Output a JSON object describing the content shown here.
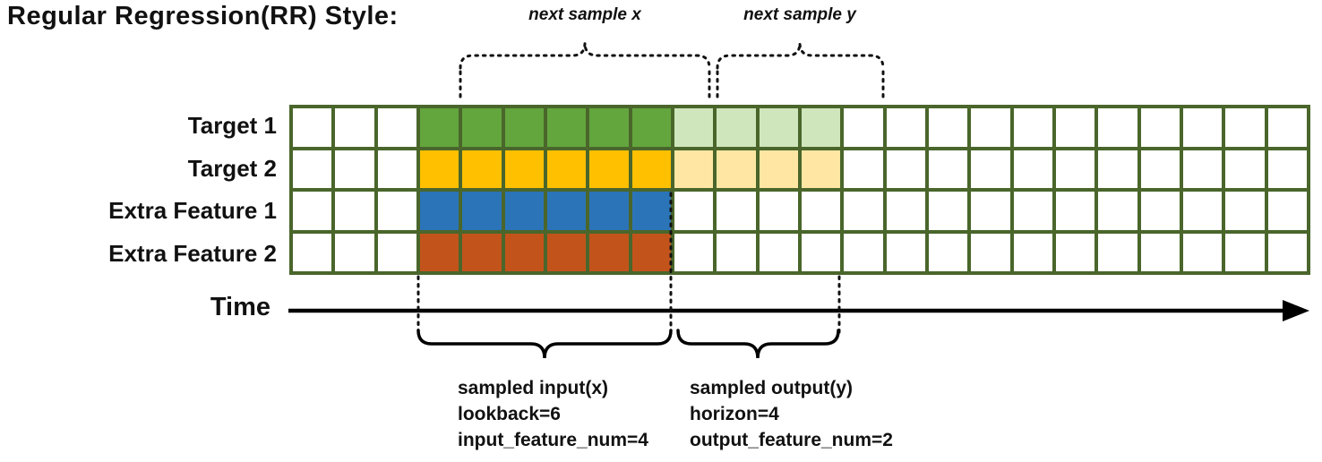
{
  "title": "Regular Regression(RR) Style:",
  "grid": {
    "columns": 24,
    "border_color": "#4a662b",
    "empty_cell_color": "#ffffff",
    "rows": [
      {
        "label": "Target 1",
        "input": {
          "start": 3,
          "len": 6,
          "color": "#63a63e"
        },
        "output": {
          "start": 9,
          "len": 4,
          "color": "#cfe6bd"
        }
      },
      {
        "label": "Target 2",
        "input": {
          "start": 3,
          "len": 6,
          "color": "#ffc000"
        },
        "output": {
          "start": 9,
          "len": 4,
          "color": "#ffe7a3"
        }
      },
      {
        "label": "Extra Feature 1",
        "input": {
          "start": 3,
          "len": 6,
          "color": "#2b74b8"
        }
      },
      {
        "label": "Extra Feature 2",
        "input": {
          "start": 3,
          "len": 6,
          "color": "#c2541b"
        }
      }
    ]
  },
  "annotations": {
    "next_sample_x": "next sample x",
    "next_sample_y": "next sample y",
    "time_label": "Time",
    "input_block": [
      "sampled input(x)",
      "lookback=6",
      "input_feature_num=4"
    ],
    "output_block": [
      "sampled output(y)",
      "horizon=4",
      "output_feature_num=2"
    ]
  }
}
